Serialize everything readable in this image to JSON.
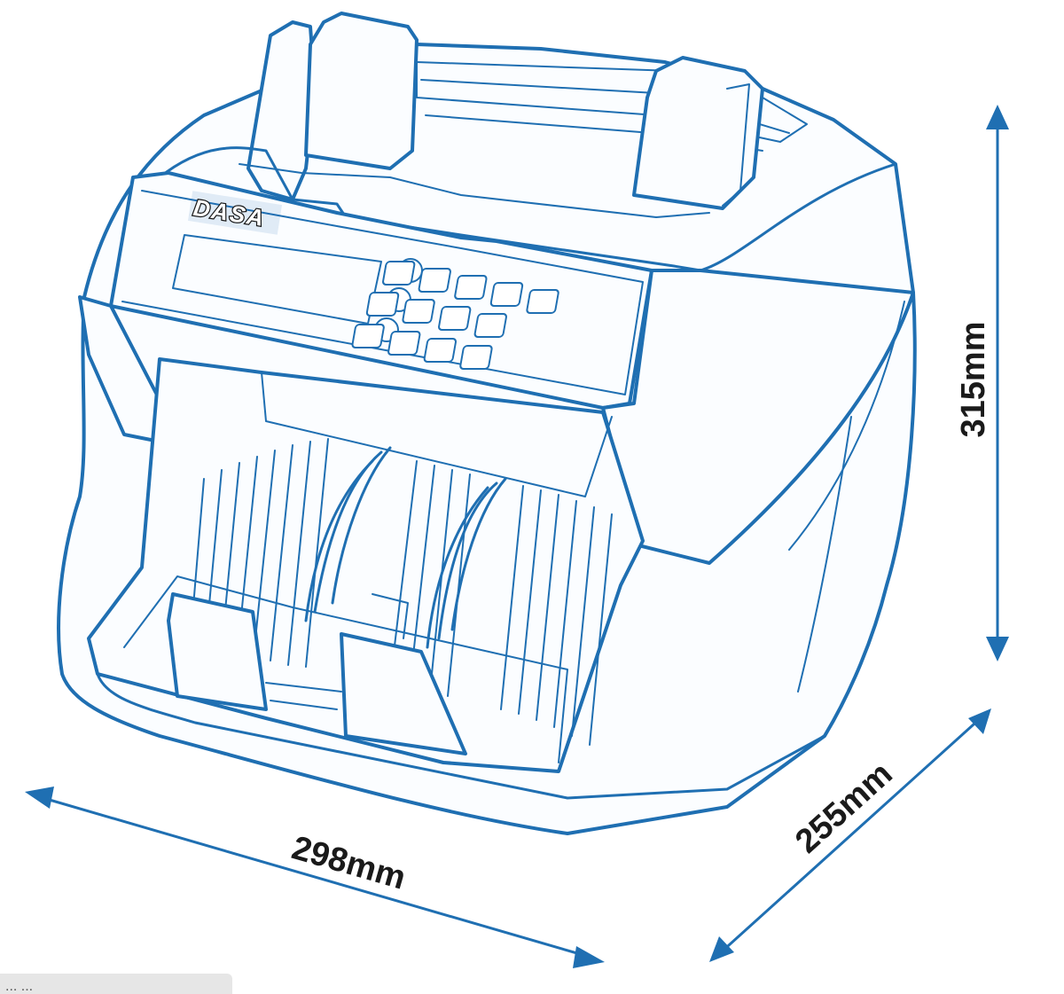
{
  "product": {
    "brand": "DASA"
  },
  "dimensions": {
    "height": "315mm",
    "width": "298mm",
    "depth": "255mm"
  },
  "caption": {
    "text": "  ...      ..."
  },
  "colors": {
    "outline": "#1f6fb2",
    "label": "#1a1a1a",
    "background": "#ffffff"
  }
}
